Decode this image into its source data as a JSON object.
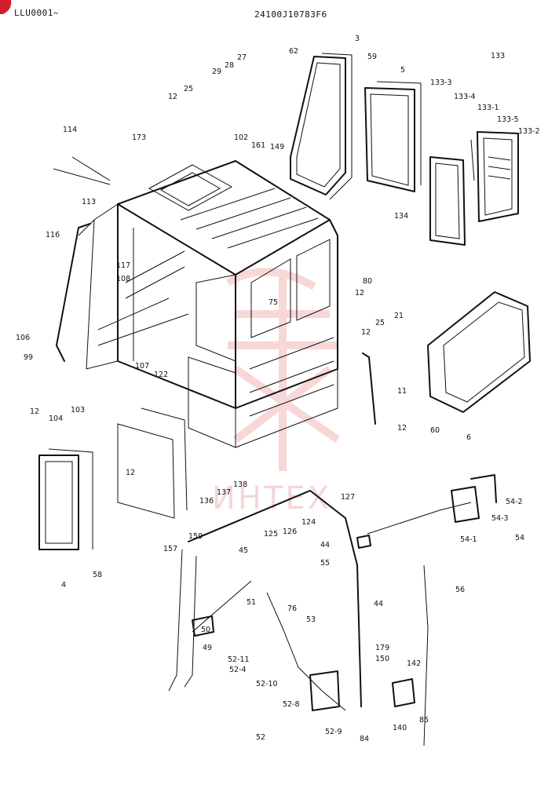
{
  "header": {
    "model_range": "LLU0001~",
    "drawing_no": "24100J10783F6"
  },
  "watermark": {
    "text": "ИНТЕХ"
  },
  "callouts": [
    "3",
    "62",
    "59",
    "5",
    "133",
    "133-3",
    "133-4",
    "133-1",
    "133-5",
    "133-2",
    "134",
    "27",
    "28",
    "29",
    "25",
    "12",
    "114",
    "173",
    "102",
    "161",
    "149",
    "113",
    "116",
    "117",
    "108",
    "75",
    "80",
    "12",
    "21",
    "25",
    "12",
    "106",
    "99",
    "107",
    "122",
    "12",
    "104",
    "103",
    "11",
    "12",
    "60",
    "6",
    "12",
    "136",
    "137",
    "138",
    "127",
    "4",
    "58",
    "157",
    "159",
    "45",
    "125",
    "126",
    "124",
    "44",
    "55",
    "54-2",
    "54-3",
    "54-1",
    "54",
    "56",
    "44",
    "51",
    "50",
    "49",
    "76",
    "53",
    "52-11",
    "52-4",
    "52-10",
    "52-8",
    "52-9",
    "52",
    "84",
    "179",
    "150",
    "142",
    "140",
    "85"
  ],
  "colors": {
    "ink": "#111111",
    "watermark": "#e05050",
    "corner_mark": "#d21e2a"
  }
}
